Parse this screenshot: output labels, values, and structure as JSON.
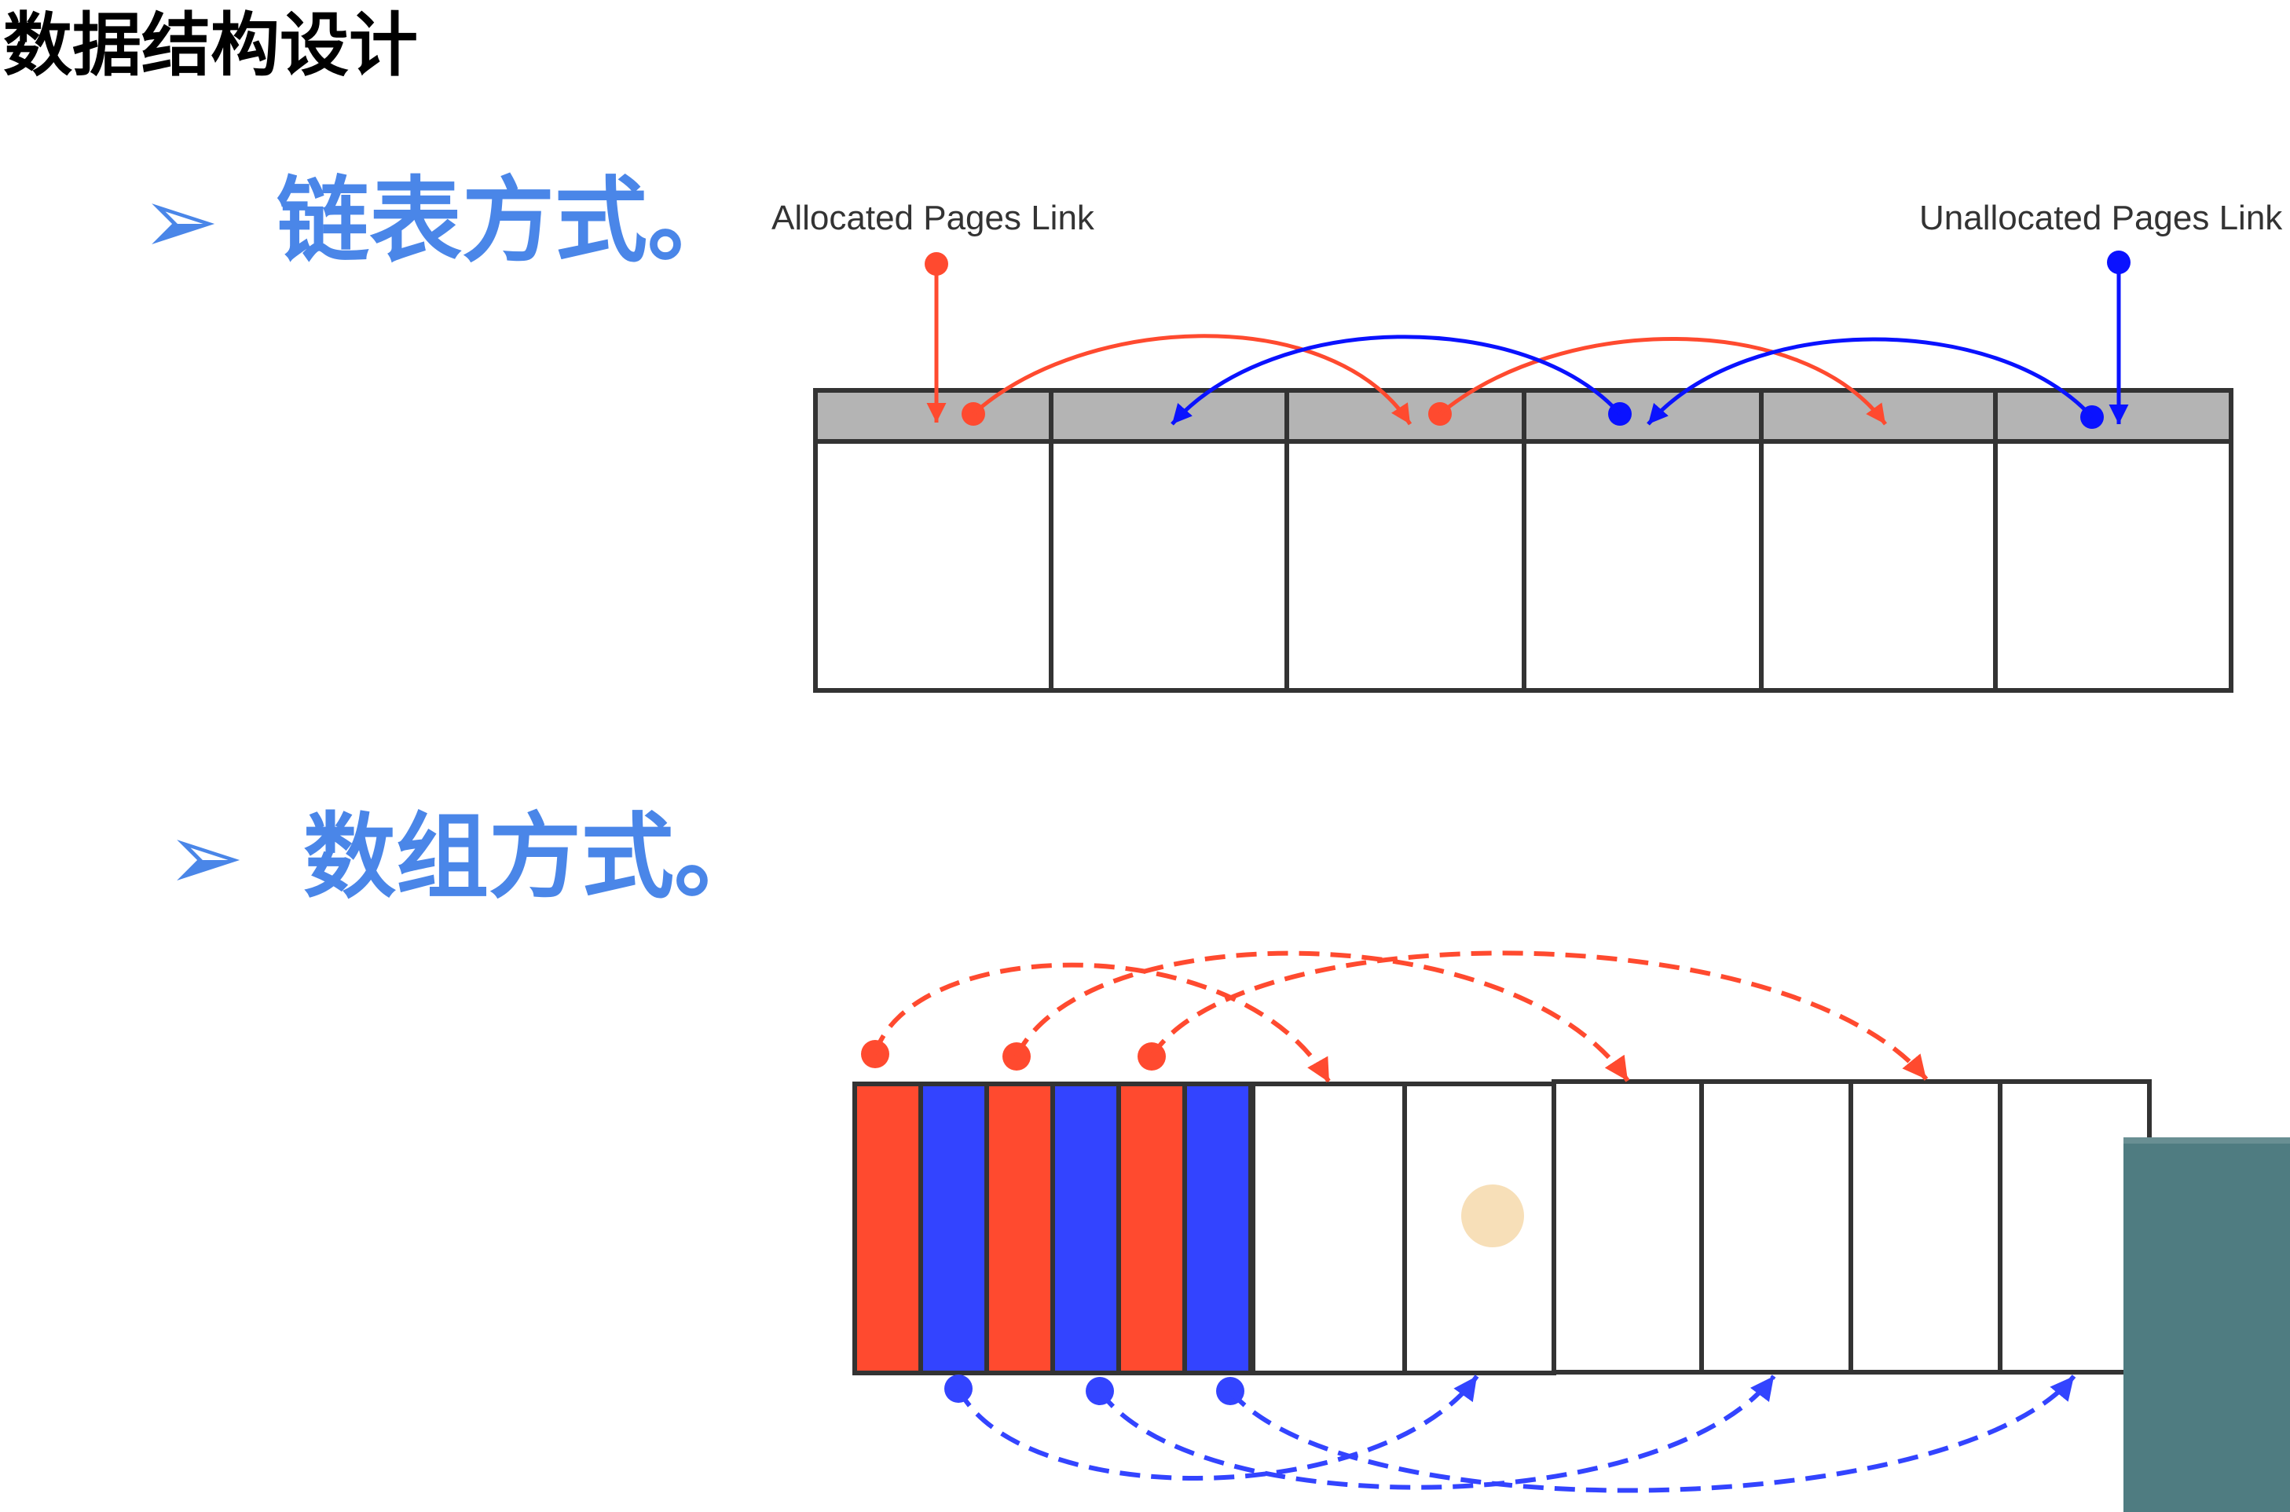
{
  "title": "数据结构设计",
  "sections": [
    {
      "bullet": "➢",
      "heading": "链表方式。"
    },
    {
      "bullet": "➢",
      "heading": "数组方式。"
    }
  ],
  "linked_list": {
    "allocated_label": "Allocated Pages Link",
    "unallocated_label": "Unallocated Pages Link",
    "page_count": 6,
    "allocated_chain": [
      1,
      3,
      5
    ],
    "unallocated_chain": [
      6,
      4,
      2
    ],
    "header_color": "#b4b4b4"
  },
  "array_mode": {
    "index_slots": [
      "allocated",
      "unallocated",
      "allocated",
      "unallocated",
      "allocated",
      "unallocated"
    ],
    "page_count": 6,
    "allocated_targets": [
      1,
      3,
      5
    ],
    "unallocated_targets": [
      2,
      4,
      6
    ],
    "pointer_indicator_color": "#f7dfb8"
  },
  "colors": {
    "title": "#000000",
    "heading": "#4a86e8",
    "bullet": "#4a86e8",
    "allocated": "#ff4a2f",
    "unallocated": "#0a12ff",
    "unallocated_slot": "#3344ff",
    "outline": "#333333",
    "webcam_tile": "#4f7c81"
  }
}
